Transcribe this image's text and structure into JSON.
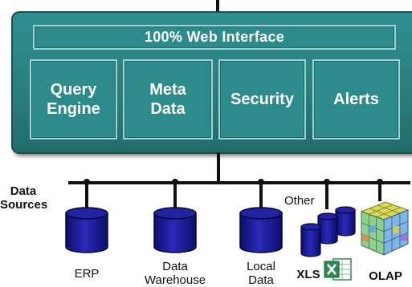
{
  "platform": {
    "banner": "100% Web Interface",
    "modules": [
      {
        "label": "Query\nEngine"
      },
      {
        "label": "Meta\nData"
      },
      {
        "label": "Security"
      },
      {
        "label": "Alerts"
      }
    ],
    "colors": {
      "panel": "#2a7d7d",
      "module_border": "#9fd3d3",
      "text": "#ffffff"
    }
  },
  "data_sources": {
    "heading": "Data\nSources",
    "items": [
      {
        "label": "ERP",
        "icon": "database-cylinder-icon"
      },
      {
        "label": "Data\nWarehouse",
        "icon": "database-cylinder-icon"
      },
      {
        "label": "Local\nData",
        "icon": "database-cylinder-icon"
      },
      {
        "label": "Other",
        "icon": "database-stack-icon"
      },
      {
        "label": "XLS",
        "icon": "excel-icon"
      },
      {
        "label": "OLAP",
        "icon": "olap-cube-icon"
      }
    ],
    "colors": {
      "cylinder": "#1a1a8c",
      "excel": "#2e8b57"
    }
  }
}
